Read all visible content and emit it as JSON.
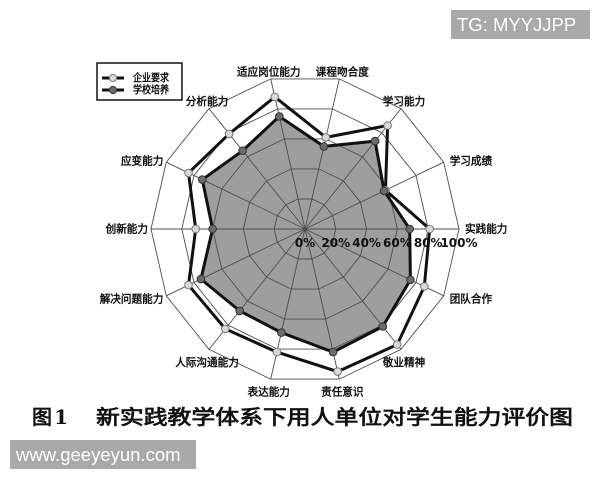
{
  "watermarks": {
    "top_right": "TG: MYYJJPP",
    "bottom_left": "www.geeyeyun.com"
  },
  "caption": {
    "figure_no": "图 1",
    "text": "新实践教学体系下用人单位对学生能力评价图"
  },
  "chart_data": {
    "type": "radar",
    "title": "图 1 新实践教学体系下用人单位对学生能力评价图",
    "xlabel": "",
    "ylabel": "",
    "unit": "%",
    "rlim": [
      0,
      100
    ],
    "grid": true,
    "categories": [
      "适应岗位能力",
      "课程吻合度",
      "学习能力",
      "学习成绩",
      "实践能力",
      "团队合作",
      "敬业精神",
      "责任意识",
      "表达能力",
      "人际沟通能力",
      "解决问题能力",
      "创新能力",
      "应变能力",
      "分析能力"
    ],
    "series": [
      {
        "key": "enterprise",
        "name": "企业要求",
        "values": [
          88,
          61,
          86,
          58,
          81,
          86,
          96,
          95,
          82,
          83,
          84,
          71,
          84,
          79
        ],
        "line_color": "#111111",
        "marker_fill": "#d9d9d9",
        "marker_stroke": "#777777"
      },
      {
        "key": "school",
        "name": "学校培养",
        "values": [
          75,
          55,
          73,
          57,
          68,
          76,
          81,
          82,
          69,
          68,
          75,
          60,
          74,
          65
        ],
        "line_color": "#111111",
        "marker_fill": "#6b6b6b",
        "marker_stroke": "#333333",
        "fill": "#9e9e9e"
      }
    ],
    "radial_ticks": [
      0,
      20,
      40,
      60,
      80,
      100
    ],
    "radial_tick_labels": [
      "0%",
      "20%",
      "40%",
      "60%",
      "80%",
      "100%"
    ],
    "legend": {
      "entries": [
        "企业要求",
        "学校培养"
      ],
      "position": "top-left"
    }
  }
}
